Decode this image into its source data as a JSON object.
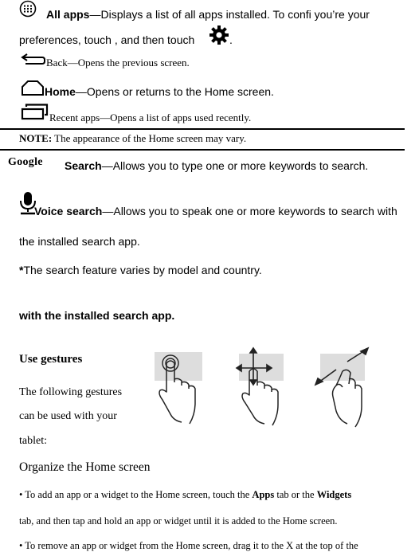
{
  "items": {
    "all_apps_label": "All apps",
    "all_apps_desc": "—Displays a list of all apps installed. To confi you’re your",
    "all_apps_desc2": "preferences, touch , and then touch",
    "all_apps_desc2_end": ".",
    "back_label": "Back",
    "back_desc": "—Opens the previous screen.",
    "home_label": "Home",
    "home_desc": "—Opens or returns to the Home screen.",
    "recent_label": "Recent apps",
    "recent_desc": "—Opens a list of apps used recently."
  },
  "note": {
    "label": "NOTE:",
    "text": " The appearance of the Home screen may vary."
  },
  "search": {
    "google_logo": "Google",
    "label": "Search",
    "desc": "—Allows you to type one or more keywords to search."
  },
  "voice": {
    "label": "Voice search",
    "desc": "—Allows you to speak one or more keywords to search with",
    "desc2": "the installed search app.",
    "footnote_star": "*",
    "footnote": "The search feature varies by model and country.",
    "bold_line": "with the installed search app."
  },
  "gestures": {
    "heading": "Use gestures",
    "line1": "The following gestures",
    "line2": "can be used with your",
    "line3": "tablet:"
  },
  "organize": {
    "heading": "Organize the Home screen",
    "bullet1_a": "• To add an app or a widget to the Home screen, touch the ",
    "bullet1_apps": "Apps",
    "bullet1_b": " tab or the ",
    "bullet1_widgets": "Widgets",
    "bullet1_c": "tab, and then tap and hold an app or widget until it is added to the Home screen.",
    "bullet2": "• To remove an app or widget from the Home screen, drag it to the X at the top of the"
  },
  "icons": [
    "all-apps-icon",
    "gear-icon",
    "back-icon",
    "home-icon",
    "recent-apps-icon",
    "microphone-icon",
    "tap-gesture-icon",
    "drag-gesture-icon",
    "pinch-gesture-icon"
  ]
}
